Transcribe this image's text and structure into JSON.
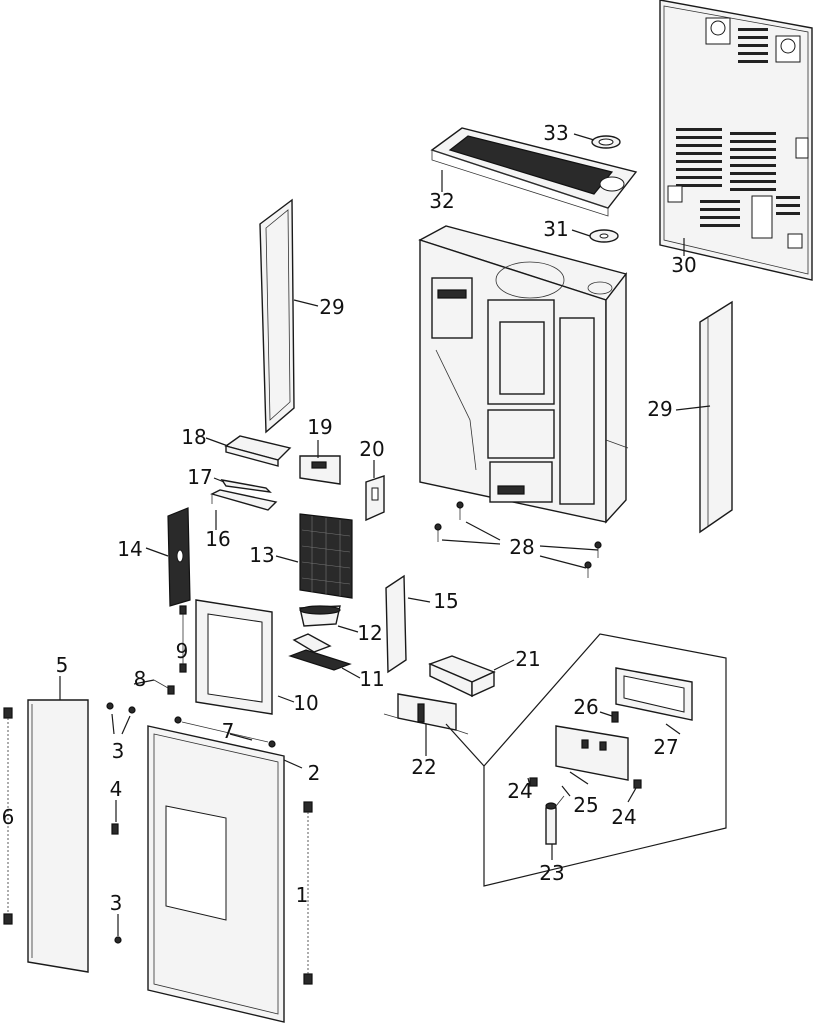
{
  "callouts": [
    {
      "id": "1",
      "text": "1"
    },
    {
      "id": "2",
      "text": "2"
    },
    {
      "id": "3a",
      "text": "3"
    },
    {
      "id": "3b",
      "text": "3"
    },
    {
      "id": "4",
      "text": "4"
    },
    {
      "id": "5",
      "text": "5"
    },
    {
      "id": "6",
      "text": "6"
    },
    {
      "id": "7",
      "text": "7"
    },
    {
      "id": "8",
      "text": "8"
    },
    {
      "id": "9",
      "text": "9"
    },
    {
      "id": "10",
      "text": "10"
    },
    {
      "id": "11",
      "text": "11"
    },
    {
      "id": "12",
      "text": "12"
    },
    {
      "id": "13",
      "text": "13"
    },
    {
      "id": "14",
      "text": "14"
    },
    {
      "id": "15",
      "text": "15"
    },
    {
      "id": "16",
      "text": "16"
    },
    {
      "id": "17",
      "text": "17"
    },
    {
      "id": "18",
      "text": "18"
    },
    {
      "id": "19",
      "text": "19"
    },
    {
      "id": "20",
      "text": "20"
    },
    {
      "id": "21",
      "text": "21"
    },
    {
      "id": "22",
      "text": "22"
    },
    {
      "id": "23",
      "text": "23"
    },
    {
      "id": "24a",
      "text": "24"
    },
    {
      "id": "24b",
      "text": "24"
    },
    {
      "id": "25",
      "text": "25"
    },
    {
      "id": "26",
      "text": "26"
    },
    {
      "id": "27",
      "text": "27"
    },
    {
      "id": "28",
      "text": "28"
    },
    {
      "id": "29a",
      "text": "29"
    },
    {
      "id": "29b",
      "text": "29"
    },
    {
      "id": "30",
      "text": "30"
    },
    {
      "id": "31",
      "text": "31"
    },
    {
      "id": "32",
      "text": "32"
    },
    {
      "id": "33",
      "text": "33"
    }
  ]
}
